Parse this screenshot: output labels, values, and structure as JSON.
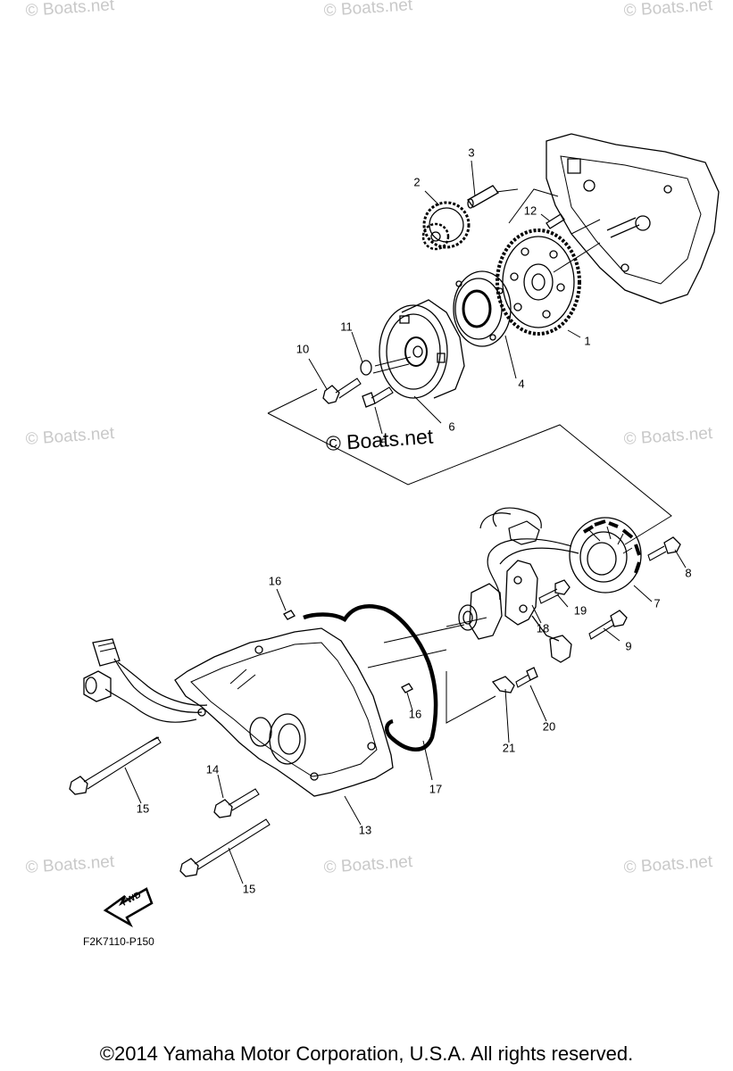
{
  "watermark": "© Boats.net",
  "callouts": [
    "1",
    "2",
    "3",
    "4",
    "5",
    "6",
    "7",
    "8",
    "9",
    "10",
    "11",
    "12",
    "13",
    "14",
    "15",
    "15",
    "16",
    "16",
    "17",
    "18",
    "19",
    "20",
    "21"
  ],
  "fwd_label": "FWD",
  "diagram_code": "F2K7110-P150",
  "copyright": "©2014 Yamaha Motor Corporation, U.S.A. All rights reserved."
}
